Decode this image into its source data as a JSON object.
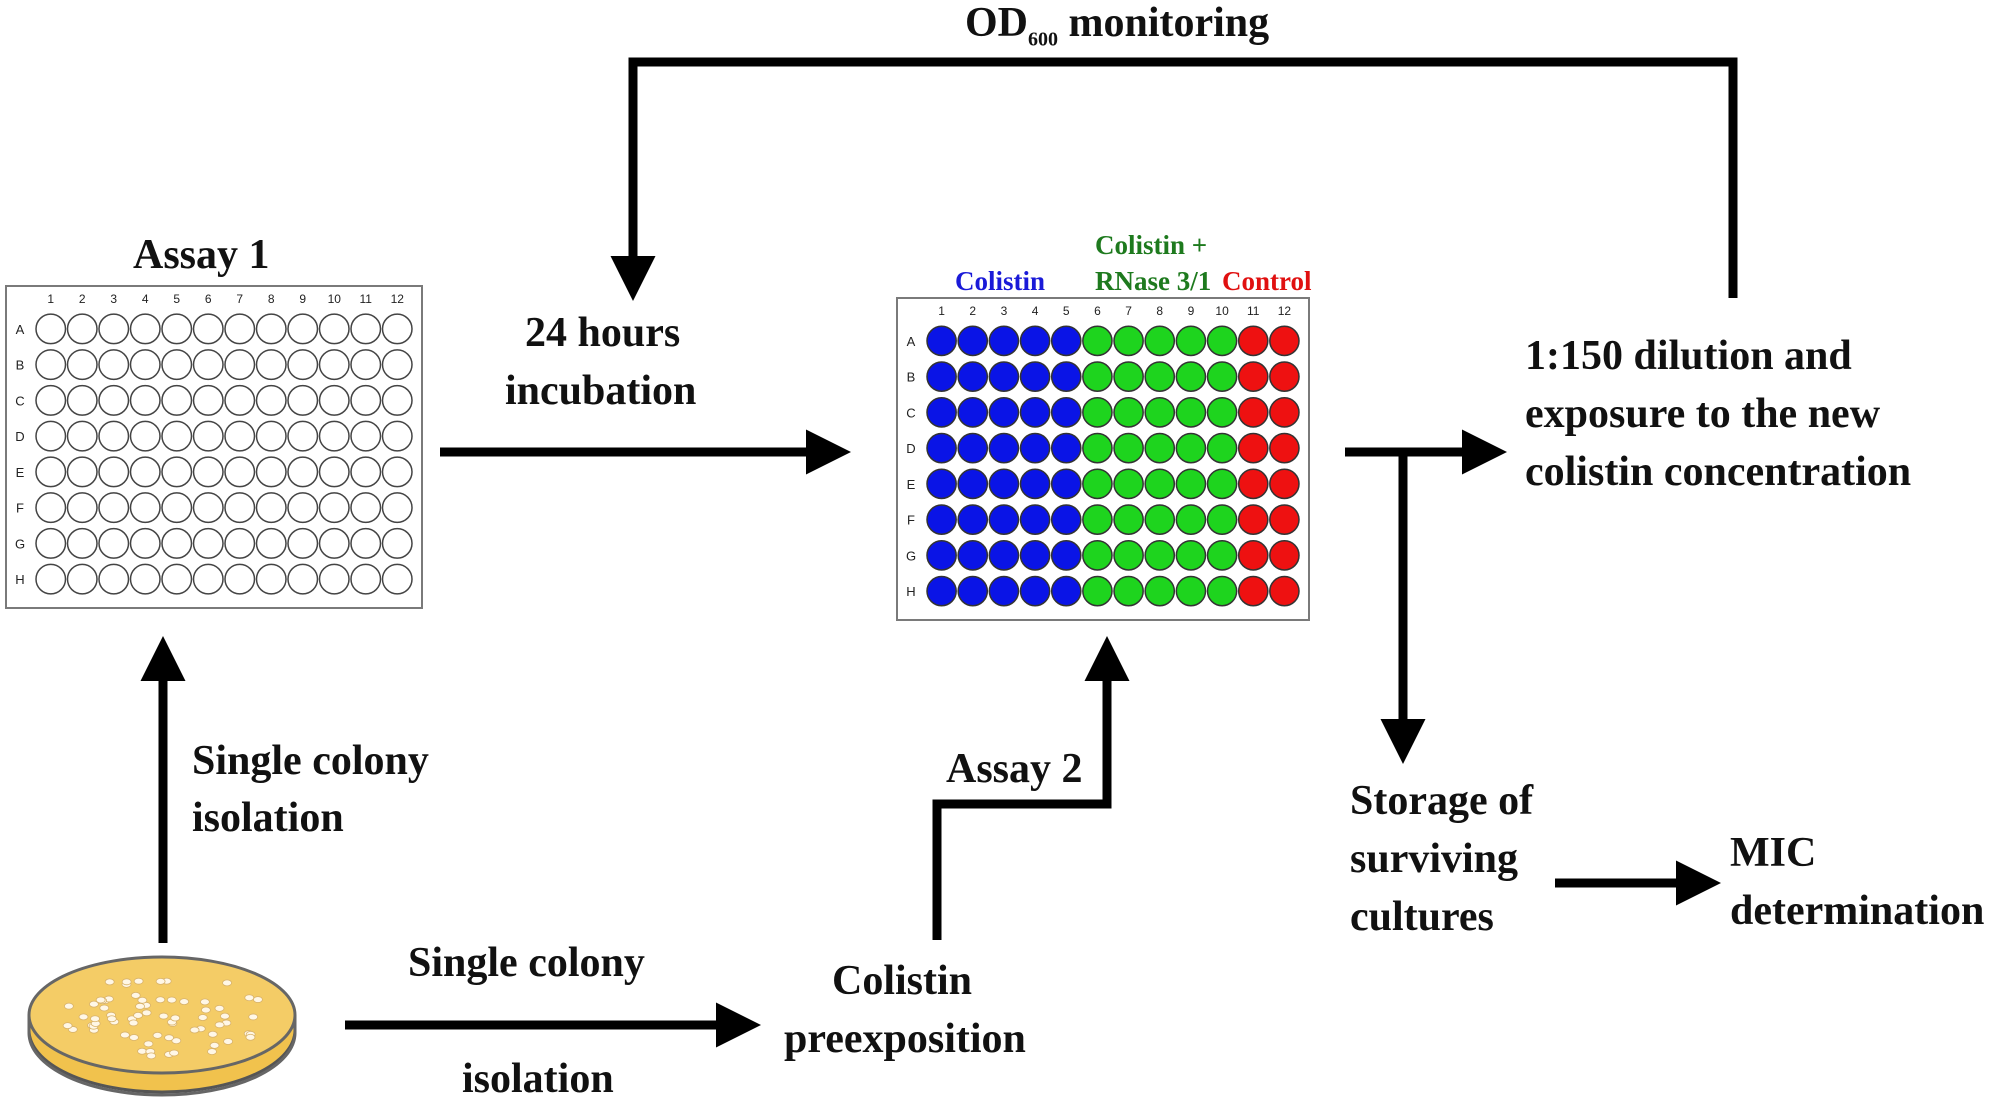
{
  "labels": {
    "od_prefix": "OD",
    "od_sub": "600",
    "od_suffix": " monitoring",
    "assay1": "Assay 1",
    "hours_line1": "24 hours",
    "hours_line2": "incubation",
    "single_colony_vertical_line1": "Single colony",
    "single_colony_vertical_line2": "isolation",
    "single_colony_bottom_line1": "Single colony",
    "single_colony_bottom_line2": "isolation",
    "colistin_pre_line1": "Colistin",
    "colistin_pre_line2": "preexposition",
    "assay2": "Assay 2",
    "dilution_line1": "1:150 dilution and",
    "dilution_line2": "exposure to the new",
    "dilution_line3": "colistin concentration",
    "storage_line1": "Storage of",
    "storage_line2": "surviving",
    "storage_line3": "cultures",
    "mic_line1": "MIC",
    "mic_line2": "determination"
  },
  "plate_legend": {
    "colistin": "Colistin",
    "colistin_rnase_line1": "Colistin +",
    "colistin_rnase_line2": "RNase 3/1",
    "control": "Control"
  },
  "plate": {
    "columns": [
      "1",
      "2",
      "3",
      "4",
      "5",
      "6",
      "7",
      "8",
      "9",
      "10",
      "11",
      "12"
    ],
    "rows": [
      "A",
      "B",
      "C",
      "D",
      "E",
      "F",
      "G",
      "H"
    ],
    "assay2_column_groups": [
      {
        "name": "Colistin",
        "columns": [
          1,
          2,
          3,
          4,
          5
        ],
        "color": "#0a14e6"
      },
      {
        "name": "Colistin + RNase 3/1",
        "columns": [
          6,
          7,
          8,
          9,
          10
        ],
        "color": "#1ed41e"
      },
      {
        "name": "Control",
        "columns": [
          11,
          12
        ],
        "color": "#ee1111"
      }
    ]
  },
  "colors": {
    "colistin_text": "#1a1ad8",
    "rnase_text": "#1e7a1e",
    "control_text": "#e01010",
    "petri_agar": "#f1c24d",
    "arrow": "#000000"
  }
}
